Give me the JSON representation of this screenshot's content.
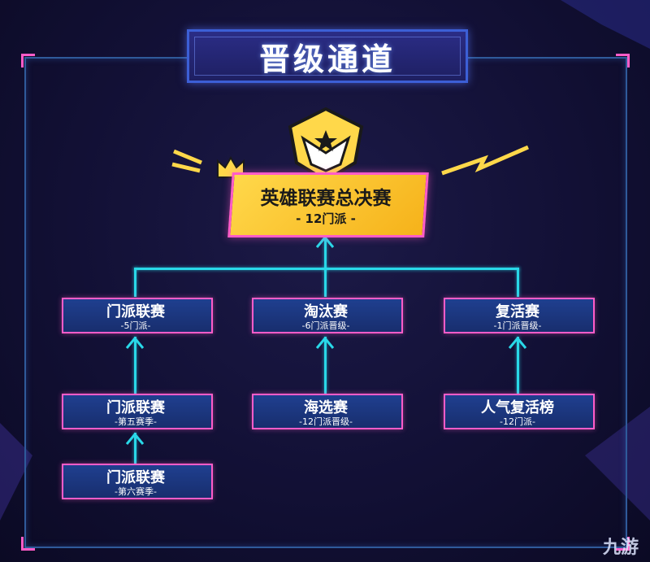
{
  "title": "晋级通道",
  "final": {
    "title": "英雄联赛总决赛",
    "subtitle": "- 12门派 -"
  },
  "columns": [
    {
      "top": {
        "title": "门派联赛",
        "subtitle": "-5门派-"
      },
      "mid": {
        "title": "门派联赛",
        "subtitle": "-第五赛季-"
      },
      "bottom": {
        "title": "门派联赛",
        "subtitle": "-第六赛季-"
      }
    },
    {
      "top": {
        "title": "淘汰赛",
        "subtitle": "-6门派晋级-"
      },
      "mid": {
        "title": "海选赛",
        "subtitle": "-12门派晋级-"
      }
    },
    {
      "top": {
        "title": "复活赛",
        "subtitle": "-1门派晋级-"
      },
      "mid": {
        "title": "人气复活榜",
        "subtitle": "-12门派-"
      }
    }
  ],
  "watermark": "九游",
  "colors": {
    "accent_pink": "#ff5cc8",
    "line_cyan": "#29d8e8",
    "gold": "#ffd84a",
    "node_blue": "#1f3f8f"
  }
}
